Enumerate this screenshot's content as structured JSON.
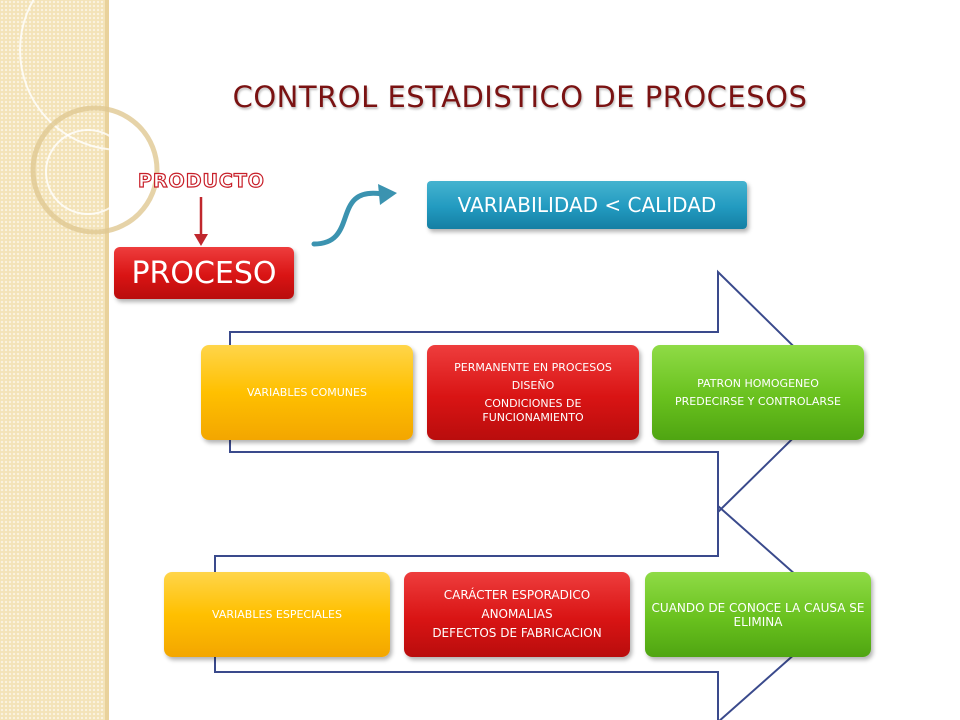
{
  "title": "CONTROL ESTADISTICO DE PROCESOS",
  "producto": "PRODUCTO",
  "proceso": "PROCESO",
  "variabilidad": "VARIABILIDAD < CALIDAD",
  "row1": {
    "variables": "VARIABLES COMUNES",
    "middle": [
      "PERMANENTE EN PROCESOS",
      "DISEÑO",
      "CONDICIONES DE FUNCIONAMIENTO"
    ],
    "right": [
      "PATRON HOMOGENEO",
      "PREDECIRSE Y CONTROLARSE"
    ]
  },
  "row2": {
    "variables": "VARIABLES ESPECIALES",
    "middle": [
      "CARÁCTER ESPORADICO",
      "ANOMALIAS",
      "DEFECTOS DE FABRICACION"
    ],
    "right": [
      "CUANDO DE CONOCE LA CAUSA SE ELIMINA"
    ]
  },
  "colors": {
    "title": "#7a1212",
    "red": "#d91414",
    "yellow": "#ffc000",
    "green": "#69c11e",
    "teal": "#229ac0",
    "arrow_outline": "#3a4a8c"
  }
}
